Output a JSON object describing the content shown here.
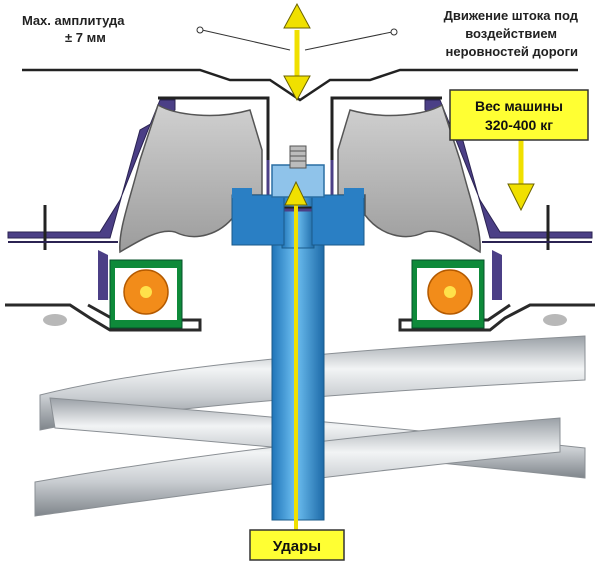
{
  "labels": {
    "amplitude_line1": "Max. амплитуда",
    "amplitude_line2": "± 7 мм",
    "rod_motion_line1": "Движение штока под",
    "rod_motion_line2": "воздействием",
    "rod_motion_line3": "неровностей дороги",
    "car_weight_line1": "Вес машины",
    "car_weight_line2": "320-400 кг",
    "impacts": "Удары"
  },
  "colors": {
    "rubber": "#bfbfbf",
    "rod": "#2f8fd8",
    "bushing": "#2a7fc4",
    "bearing_housing": "#0e8a3a",
    "bearing_ball": "#f28c1a",
    "plate": "#4b3f86",
    "label_box": "#ffff33",
    "spring": "#cfd3d6"
  }
}
